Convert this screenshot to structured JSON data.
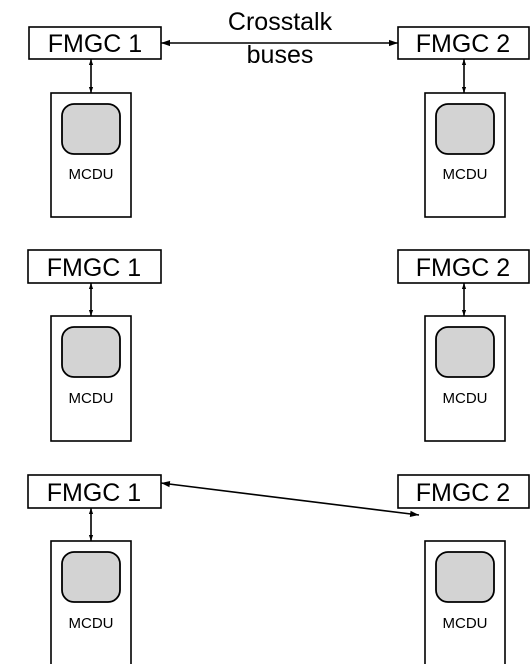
{
  "fmgc_label_1": "FMGC 1",
  "fmgc_label_2": "FMGC 2",
  "mcdu_label": "MCDU",
  "crosstalk_label_line1": "Crosstalk",
  "crosstalk_label_line2": "buses"
}
